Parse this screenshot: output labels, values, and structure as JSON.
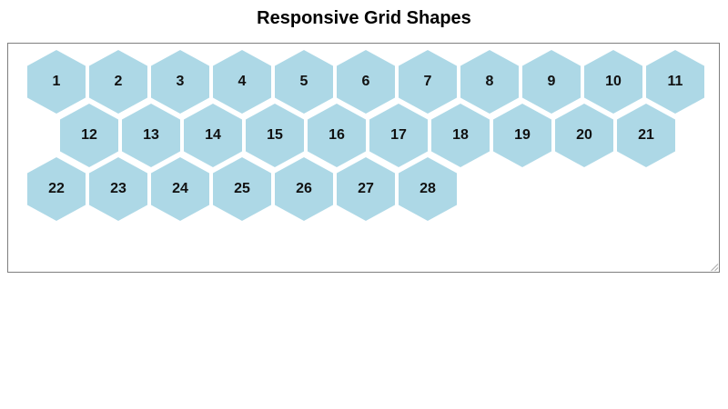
{
  "page": {
    "title": "Responsive Grid Shapes"
  },
  "grid": {
    "shape": "hexagon",
    "colors": {
      "hex_fill": "#add8e6",
      "label": "#111111",
      "container_border": "#7f7f7f",
      "resize_grip": "#aaaaaa"
    },
    "rows": [
      {
        "indent": false,
        "labels": [
          "1",
          "2",
          "3",
          "4",
          "5",
          "6",
          "7",
          "8",
          "9",
          "10",
          "11"
        ]
      },
      {
        "indent": true,
        "labels": [
          "12",
          "13",
          "14",
          "15",
          "16",
          "17",
          "18",
          "19",
          "20",
          "21"
        ]
      },
      {
        "indent": false,
        "labels": [
          "22",
          "23",
          "24",
          "25",
          "26",
          "27",
          "28"
        ]
      }
    ]
  }
}
